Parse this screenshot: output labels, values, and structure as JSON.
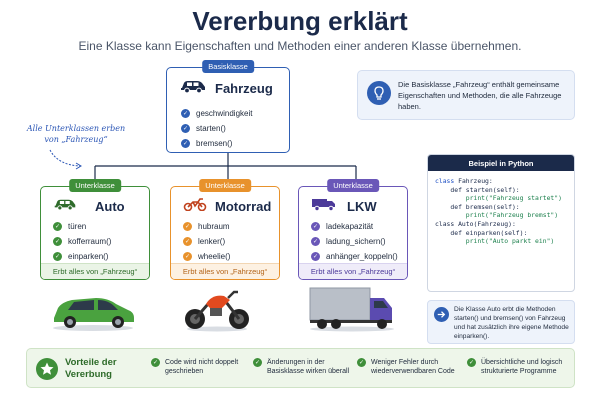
{
  "header": {
    "title": "Vererbung erklärt",
    "subtitle": "Eine Klasse kann Eigenschaften und Methoden einer anderen Klasse übernehmen."
  },
  "base": {
    "tag": "Basisklasse",
    "name": "Fahrzeug",
    "items": [
      "geschwindigkeit",
      "starten()",
      "bremsen()"
    ]
  },
  "note_left": "Alle Unterklassen erben von „Fahrzeug“",
  "subclasses": [
    {
      "tag": "Unterklasse",
      "name": "Auto",
      "items": [
        "türen",
        "kofferraum()",
        "einparken()"
      ],
      "footer": "Erbt alles von „Fahrzeug“"
    },
    {
      "tag": "Unterklasse",
      "name": "Motorrad",
      "items": [
        "hubraum",
        "lenker()",
        "wheelie()"
      ],
      "footer": "Erbt alles von „Fahrzeug“"
    },
    {
      "tag": "Unterklasse",
      "name": "LKW",
      "items": [
        "ladekapazität",
        "ladung_sichern()",
        "anhänger_koppeln()"
      ],
      "footer": "Erbt alles von „Fahrzeug“"
    }
  ],
  "info_top": "Die Basisklasse „Fahrzeug“ enthält gemeinsame Eigenschaften und Methoden, die alle Fahrzeuge haben.",
  "code": {
    "title": "Beispiel in Python",
    "lines": [
      "class Fahrzeug:",
      "    def starten(self):",
      "        print(\"Fahrzeug startet\")",
      "",
      "    def bremsen(self):",
      "        print(\"Fahrzeug bremst\")",
      "",
      "class Auto(Fahrzeug):",
      "    def einparken(self):",
      "        print(\"Auto parkt ein\")"
    ]
  },
  "info_bottom": "Die Klasse Auto erbt die Methoden starten() und bremsen() von Fahrzeug und hat zusätzlich ihre eigene Methode einparken().",
  "benefits": {
    "title": "Vorteile der Vererbung",
    "items": [
      "Code wird nicht doppelt geschrieben",
      "Änderungen in der Basisklasse wirken überall",
      "Weniger Fehler durch wiederverwendbaren Code",
      "Übersichtliche und logisch strukturierte Programme"
    ]
  },
  "colors": {
    "base": "#2f5fb3",
    "auto": "#3f8f3a",
    "motorrad": "#e8922c",
    "lkw": "#6a57b8",
    "dark": "#1b2a4a"
  },
  "icons": {
    "base": "car-icon",
    "auto": "car-icon",
    "motorrad": "motorcycle-icon",
    "lkw": "truck-icon",
    "info_top": "lightbulb-icon",
    "info_bottom": "arrow-right-icon",
    "benefits": "star-icon",
    "items": "check-icon"
  }
}
